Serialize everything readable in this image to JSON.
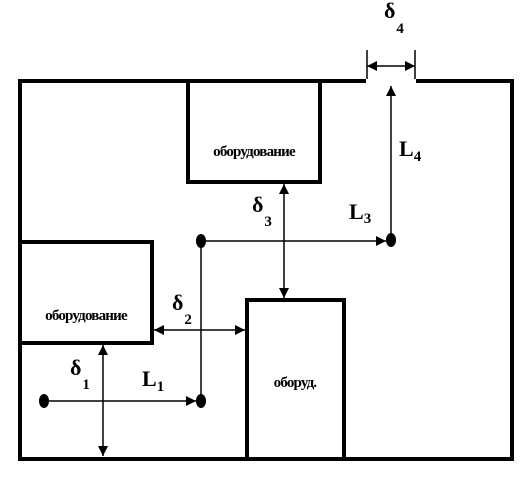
{
  "equipment": {
    "top": "оборудование",
    "left": "оборудование",
    "small": "оборуд."
  },
  "dimensions": {
    "delta_1": {
      "symbol": "δ",
      "index": "1"
    },
    "delta_2": {
      "symbol": "δ",
      "index": "2"
    },
    "delta_3": {
      "symbol": "δ",
      "index": "3"
    },
    "delta_4": {
      "symbol": "δ",
      "index": "4"
    },
    "L_1": {
      "symbol": "L",
      "index": "1"
    },
    "L_3": {
      "symbol": "L",
      "index": "3"
    },
    "L_4": {
      "symbol": "L",
      "index": "4"
    }
  }
}
